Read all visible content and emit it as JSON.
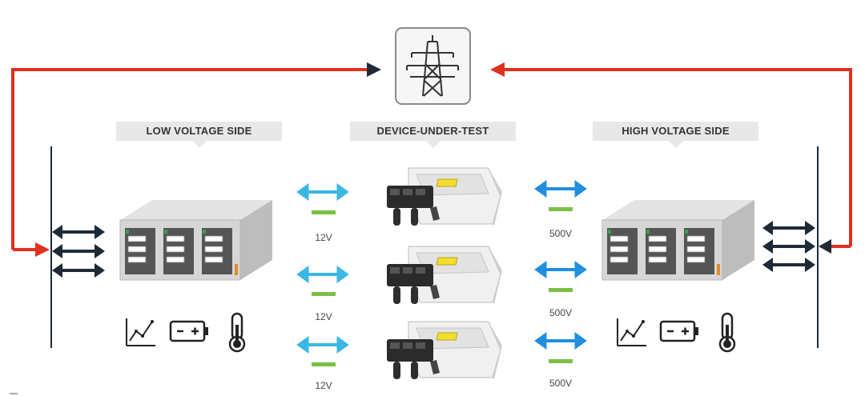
{
  "labels": {
    "low_voltage_side": "LOW VOLTAGE SIDE",
    "device_under_test": "DEVICE-UNDER-TEST",
    "high_voltage_side": "HIGH VOLTAGE SIDE"
  },
  "low_voltage_values": [
    "12V",
    "12V",
    "12V"
  ],
  "high_voltage_values": [
    "500V",
    "500V",
    "500V"
  ],
  "icons": {
    "grid": "power-pylon-icon",
    "chart": "line-chart-icon",
    "battery": "battery-icon",
    "temperature": "thermometer-icon",
    "bidirectional": "double-arrow-icon"
  },
  "colors": {
    "feedback_arrow": "#e0301e",
    "low_side_arrow": "#3ab7e5",
    "high_side_arrow": "#1f8fde",
    "voltage_marker": "#7ac143",
    "bus_arrow": "#1e2a38",
    "section_label_bg": "#e8e8e8"
  }
}
